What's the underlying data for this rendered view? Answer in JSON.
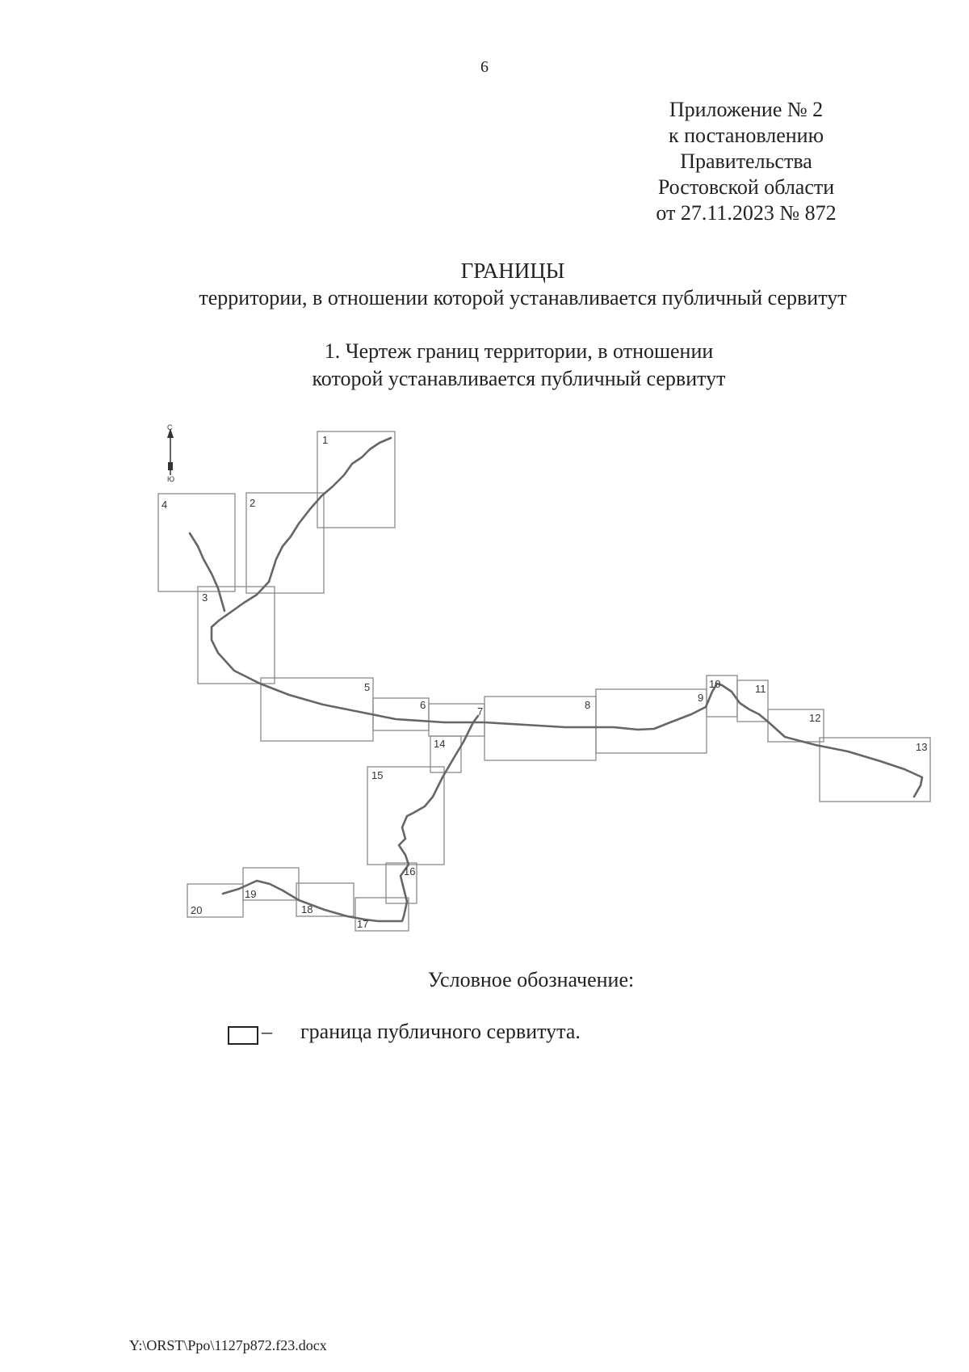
{
  "page_number": "6",
  "annex": {
    "lines": [
      "Приложение № 2",
      "к постановлению",
      "Правительства",
      "Ростовской области",
      "от 27.11.2023 № 872"
    ]
  },
  "title": "ГРАНИЦЫ",
  "subtitle": "территории, в отношении которой устанавливается публичный сервитут",
  "section": {
    "line1": "1. Чертеж границ территории, в отношении",
    "line2": "которой устанавливается публичный сервитут"
  },
  "map": {
    "north_label": "С",
    "south_label": "Ю",
    "sheet_numbers": [
      "1",
      "2",
      "3",
      "4",
      "5",
      "6",
      "7",
      "8",
      "9",
      "10",
      "11",
      "12",
      "13",
      "14",
      "15",
      "16",
      "17",
      "18",
      "19",
      "20"
    ]
  },
  "legend": {
    "title": "Условное обозначение:",
    "dash": "–",
    "text": "граница публичного сервитута."
  },
  "footer": {
    "file_path": "Y:\\ORST\\Ppo\\1127p872.f23.docx"
  }
}
